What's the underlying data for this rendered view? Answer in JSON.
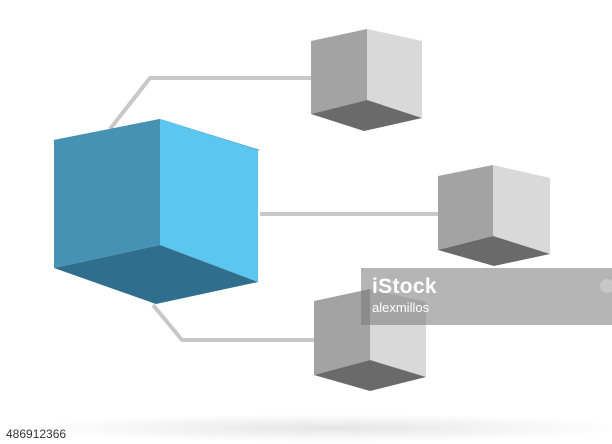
{
  "diagram": {
    "hub": {
      "colors": {
        "top": "#3b7fa0",
        "front": "#4592b4",
        "side": "#5bc6ef",
        "bottom": "#2f6e8c"
      }
    },
    "nodes": [
      {
        "id": "node-top"
      },
      {
        "id": "node-middle"
      },
      {
        "id": "node-bottom"
      }
    ],
    "node_colors": {
      "front": "#a3a3a3",
      "side": "#d9d9d9",
      "bottom": "#6a6a6a"
    },
    "connector_color": "#c8c8c8"
  },
  "watermark": {
    "brand": "iStock",
    "author": "alexmillos",
    "image_id": "486912366"
  }
}
